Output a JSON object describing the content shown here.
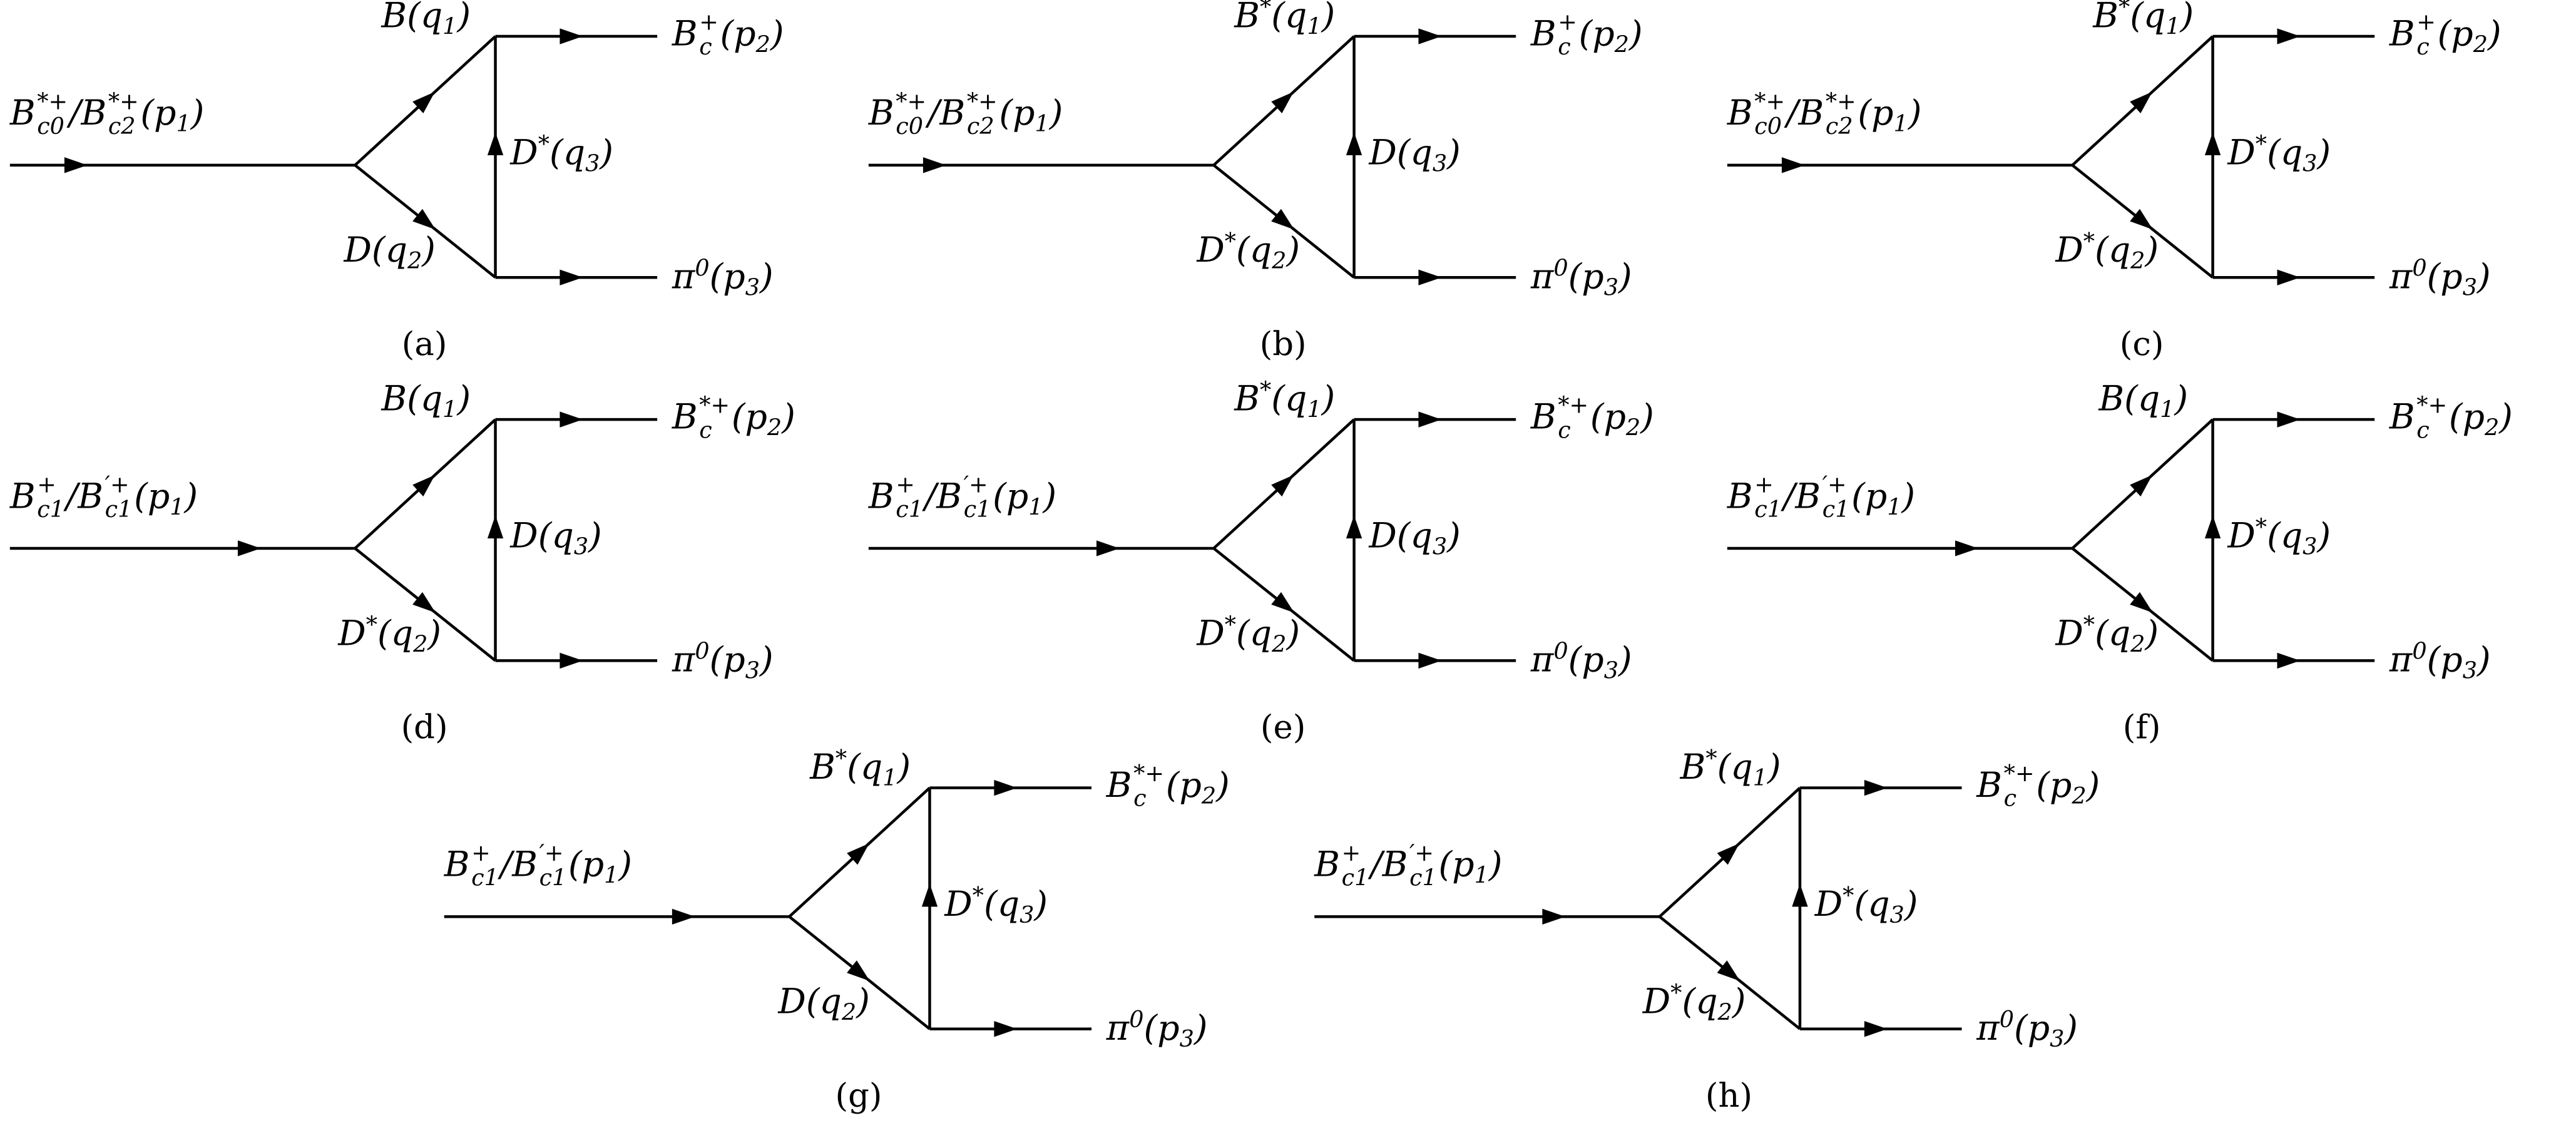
{
  "figure": {
    "colors": {
      "background": "#ffffff",
      "line": "#000000",
      "text": "#000000"
    },
    "diagrams": [
      {
        "id": "a",
        "row": 0,
        "col": 0,
        "caption": "(a)",
        "incoming": "B_{c0}^{*+}/B_{c2}^{*+}(p_{1})",
        "loop_top": "\\cal{B}(q_{1})",
        "loop_bottom": "\\cal{D}(q_{2})",
        "loop_right": "\\cal{D}^{*}(q_{3})",
        "outgoing_top": "B_{c}^{+}(p_{2})",
        "outgoing_bottom": "\\pi^{0}(p_{3})"
      },
      {
        "id": "b",
        "row": 0,
        "col": 1,
        "caption": "(b)",
        "incoming": "B_{c0}^{*+}/B_{c2}^{*+}(p_{1})",
        "loop_top": "\\cal{B}^{*}(q_{1})",
        "loop_bottom": "\\cal{D}^{*}(q_{2})",
        "loop_right": "\\cal{D}(q_{3})",
        "outgoing_top": "B_{c}^{+}(p_{2})",
        "outgoing_bottom": "\\pi^{0}(p_{3})"
      },
      {
        "id": "c",
        "row": 0,
        "col": 2,
        "caption": "(c)",
        "incoming": "B_{c0}^{*+}/B_{c2}^{*+}(p_{1})",
        "loop_top": "\\cal{B}^{*}(q_{1})",
        "loop_bottom": "\\cal{D}^{*}(q_{2})",
        "loop_right": "\\cal{D}^{*}(q_{3})",
        "outgoing_top": "B_{c}^{+}(p_{2})",
        "outgoing_bottom": "\\pi^{0}(p_{3})"
      },
      {
        "id": "d",
        "row": 1,
        "col": 0,
        "caption": "(d)",
        "incoming": "B_{c1}^{+}/B_{c1}^{′+}(p_{1})",
        "loop_top": "\\cal{B}(q_{1})",
        "loop_bottom": "\\cal{D}^{*}(q_{2})",
        "loop_right": "\\cal{D}(q_{3})",
        "outgoing_top": "B_{c}^{*+}(p_{2})",
        "outgoing_bottom": "\\pi^{0}(p_{3})"
      },
      {
        "id": "e",
        "row": 1,
        "col": 1,
        "caption": "(e)",
        "incoming": "B_{c1}^{+}/B_{c1}^{′+}(p_{1})",
        "loop_top": "\\cal{B}^{*}(q_{1})",
        "loop_bottom": "\\cal{D}^{*}(q_{2})",
        "loop_right": "\\cal{D}(q_{3})",
        "outgoing_top": "B_{c}^{*+}(p_{2})",
        "outgoing_bottom": "\\pi^{0}(p_{3})"
      },
      {
        "id": "f",
        "row": 1,
        "col": 2,
        "caption": "(f)",
        "incoming": "B_{c1}^{+}/B_{c1}^{′+}(p_{1})",
        "loop_top": "\\cal{B}(q_{1})",
        "loop_bottom": "\\cal{D}^{*}(q_{2})",
        "loop_right": "\\cal{D}^{*}(q_{3})",
        "outgoing_top": "B_{c}^{*+}(p_{2})",
        "outgoing_bottom": "\\pi^{0}(p_{3})"
      },
      {
        "id": "g",
        "row": 2,
        "col": 0,
        "caption": "(g)",
        "incoming": "B_{c1}^{+}/B_{c1}^{′+}(p_{1})",
        "loop_top": "\\cal{B}^{*}(q_{1})",
        "loop_bottom": "\\cal{D}(q_{2})",
        "loop_right": "\\cal{D}^{*}(q_{3})",
        "outgoing_top": "B_{c}^{*+}(p_{2})",
        "outgoing_bottom": "\\pi^{0}(p_{3})"
      },
      {
        "id": "h",
        "row": 2,
        "col": 1,
        "caption": "(h)",
        "incoming": "B_{c1}^{+}/B_{c1}^{′+}(p_{1})",
        "loop_top": "\\cal{B}^{*}(q_{1})",
        "loop_bottom": "\\cal{D}^{*}(q_{2})",
        "loop_right": "\\cal{D}^{*}(q_{3})",
        "outgoing_top": "B_{c}^{*+}(p_{2})",
        "outgoing_bottom": "\\pi^{0}(p_{3})"
      }
    ]
  }
}
